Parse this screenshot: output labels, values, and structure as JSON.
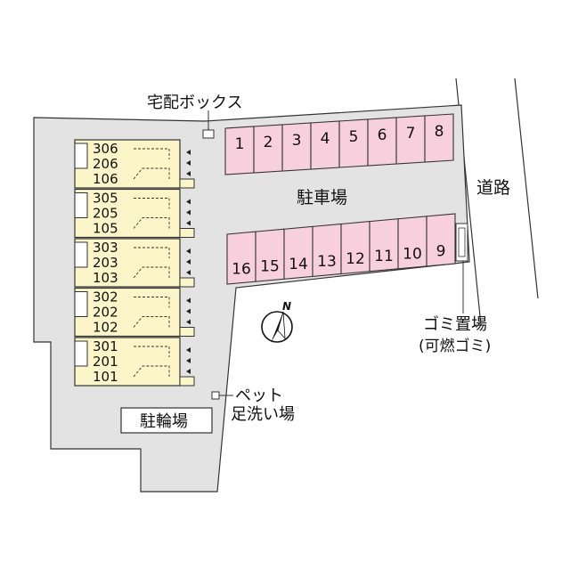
{
  "labels": {
    "delivery_box": "宅配ボックス",
    "parking": "駐車場",
    "road": "道路",
    "garbage": "ゴミ置場",
    "garbage_sub": "(可燃ゴミ)",
    "pet_line1": "ペット",
    "pet_line2": "足洗い場",
    "bicycle": "駐輪場",
    "north": "N"
  },
  "buildings": [
    {
      "units": [
        "306",
        "206",
        "106"
      ]
    },
    {
      "units": [
        "305",
        "205",
        "105"
      ]
    },
    {
      "units": [
        "303",
        "203",
        "103"
      ]
    },
    {
      "units": [
        "302",
        "202",
        "102"
      ]
    },
    {
      "units": [
        "301",
        "201",
        "101"
      ]
    }
  ],
  "parking_top": [
    "1",
    "2",
    "3",
    "4",
    "5",
    "6",
    "7",
    "8"
  ],
  "parking_bottom": [
    "16",
    "15",
    "14",
    "13",
    "12",
    "11",
    "10",
    "9"
  ],
  "colors": {
    "lot": "#e3e3e3",
    "building": "#fbf5c8",
    "parking": "#f8cfdc",
    "outline": "#333333"
  }
}
